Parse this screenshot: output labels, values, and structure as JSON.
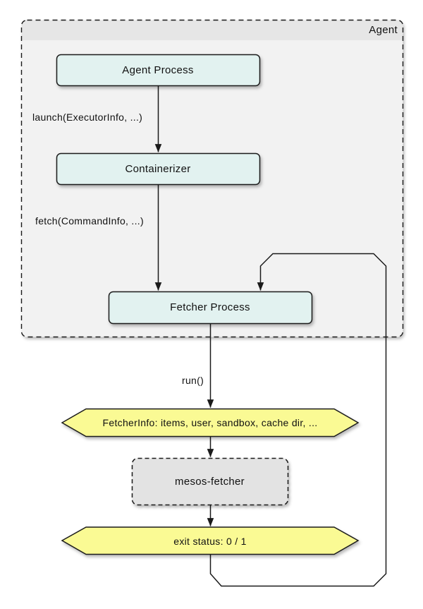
{
  "diagram": {
    "container_label": "Agent",
    "nodes": {
      "agent_process": "Agent Process",
      "containerizer": "Containerizer",
      "fetcher_process": "Fetcher Process",
      "mesos_fetcher": "mesos-fetcher"
    },
    "hexagons": {
      "fetcher_info": "FetcherInfo: items, user, sandbox, cache dir, ...",
      "exit_status": "exit status: 0 / 1"
    },
    "edge_labels": {
      "launch": "launch(ExecutorInfo, ...)",
      "fetch": "fetch(CommandInfo, ...)",
      "run": "run()"
    },
    "colors": {
      "node_fill": "#e2f2f0",
      "hex_fill": "#fafa94",
      "container_fill": "#f2f2f2",
      "container_header_fill": "#e6e6e6",
      "subprocess_fill": "#e3e3e3",
      "stroke": "#1a1a1a"
    }
  }
}
